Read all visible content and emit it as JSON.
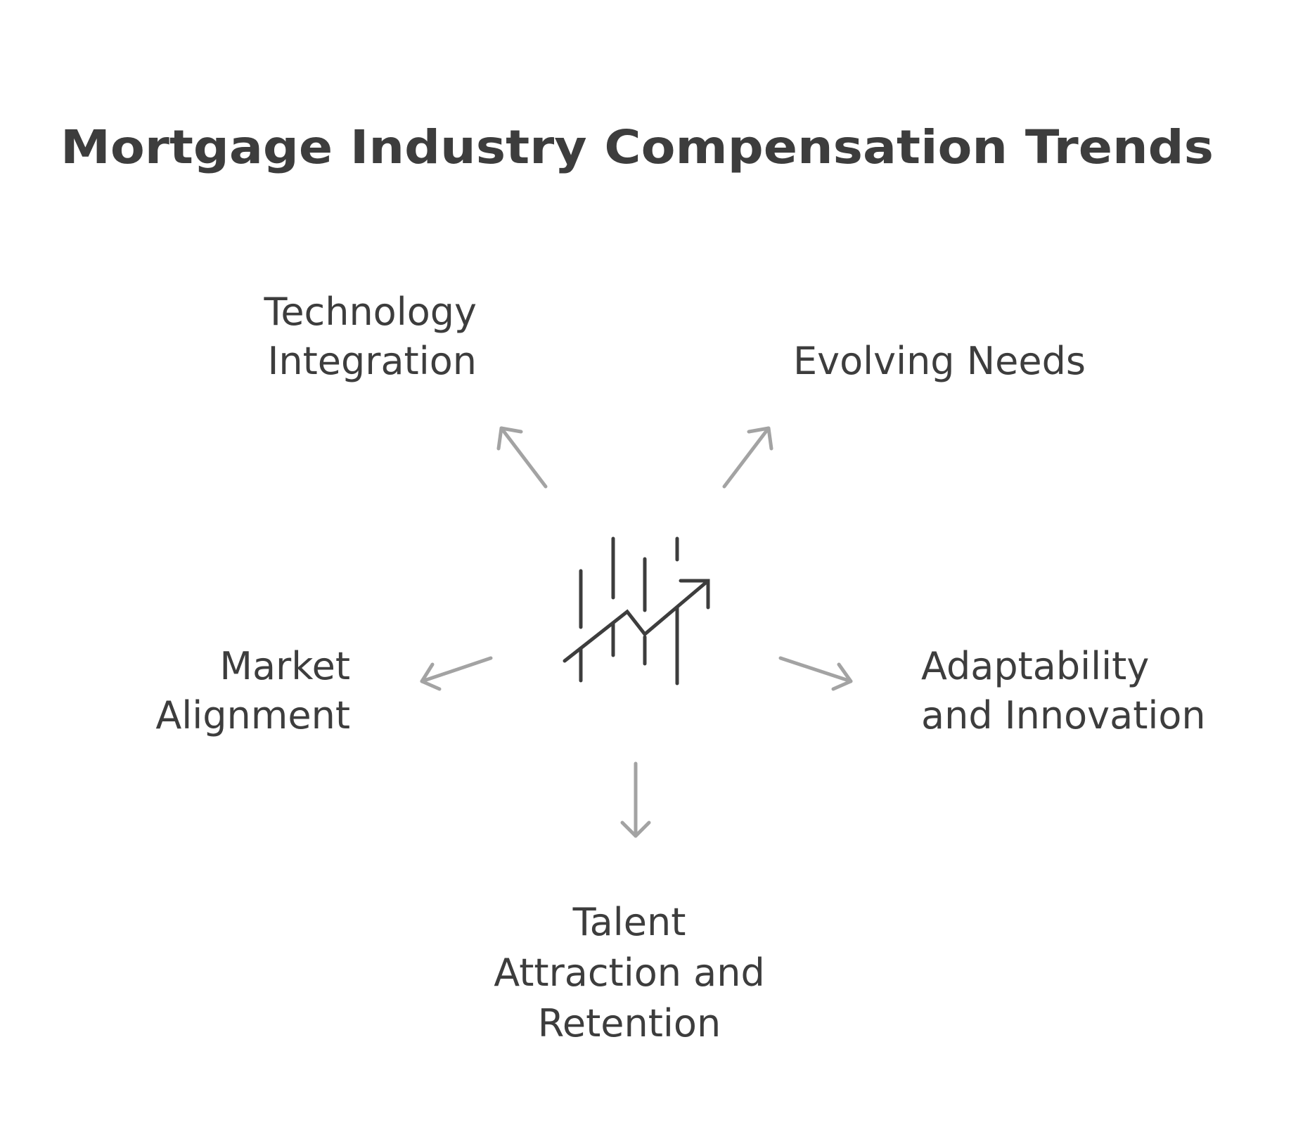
{
  "title": "Mortgage Industry Compensation Trends",
  "center_icon": "growth-chart-icon",
  "colors": {
    "text": "#3d3d3d",
    "arrow": "#a3a3a3",
    "background": "#ffffff"
  },
  "nodes": {
    "technology_integration": {
      "line1": "Technology",
      "line2": "Integration"
    },
    "evolving_needs": {
      "line1": "Evolving Needs"
    },
    "market_alignment": {
      "line1": "Market",
      "line2": "Alignment"
    },
    "adaptability_innovation": {
      "line1": "Adaptability",
      "line2": "and Innovation"
    },
    "talent_attraction_retention": {
      "line1": "Talent",
      "line2": "Attraction and",
      "line3": "Retention"
    }
  }
}
